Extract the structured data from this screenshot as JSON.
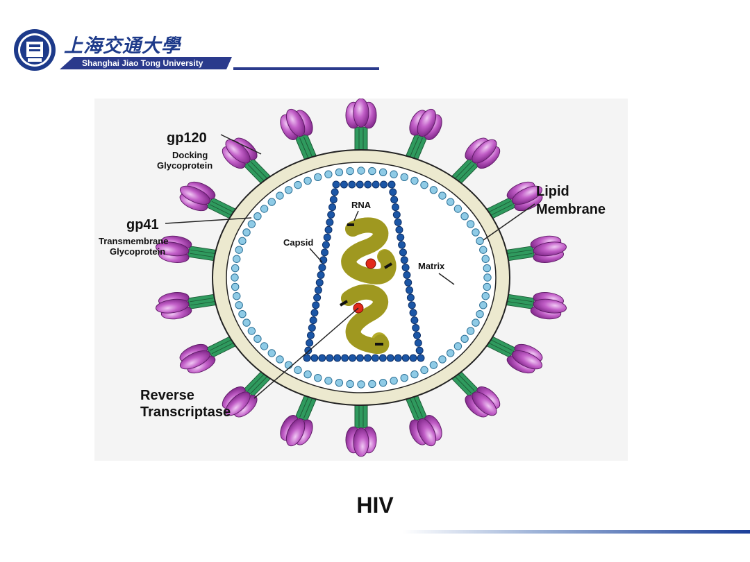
{
  "header": {
    "university_cn": "上海交通大學",
    "university_en": "Shanghai Jiao Tong University"
  },
  "diagram": {
    "gp120": "gp120",
    "gp120_desc_1": "Docking",
    "gp120_desc_2": "Glycoprotein",
    "gp41": "gp41",
    "gp41_desc_1": "Transmembrane",
    "gp41_desc_2": "Glycoprotein",
    "lipid_1": "Lipid",
    "lipid_2": "Membrane",
    "rna": "RNA",
    "capsid": "Capsid",
    "matrix": "Matrix",
    "rt_1": "Reverse",
    "rt_2": "Transcriptase"
  },
  "caption": "HIV",
  "colors": {
    "brand_blue": "#1d3a8a",
    "spike_purple": "#b449b8",
    "stalk_green": "#2f9a5e",
    "membrane": "#ece9cf",
    "capsid_blue": "#1b56a6",
    "matrix_blue": "#8fcbe6",
    "rna_olive": "#b5ad2a",
    "enzyme_red": "#e22a1a"
  }
}
